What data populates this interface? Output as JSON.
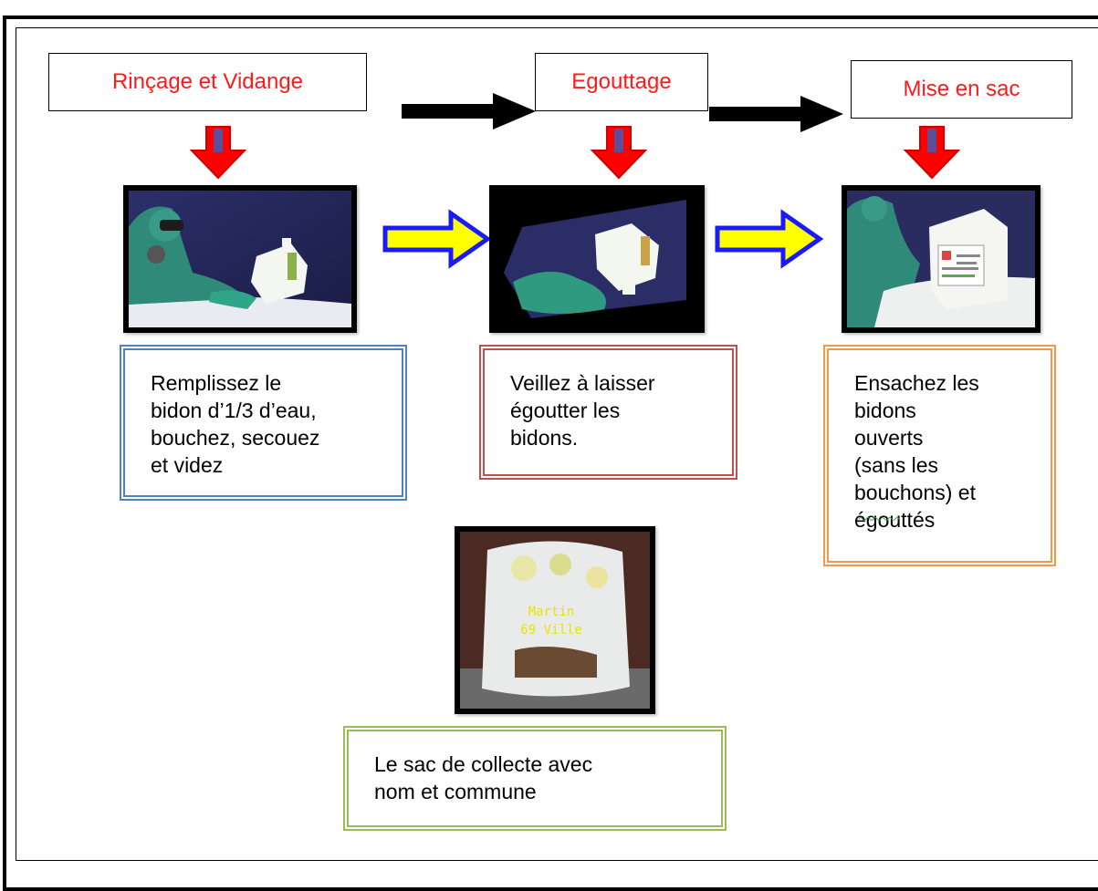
{
  "steps": [
    {
      "label": "Rinçage et Vidange"
    },
    {
      "label": "Egouttage"
    },
    {
      "label": "Mise en sac"
    }
  ],
  "notes": {
    "rinse": "Remplissez le\nbidon d’1/3 d’eau,\nbouchez, secouez\net videz",
    "drain": "Veillez à laisser\négoutter les\nbidons.",
    "bag": "Ensachez  les\nbidons\nouverts\n(sans les\nbouchons) et\négouttés",
    "collect": "Le sac de collecte  avec\nnom et  commune"
  },
  "photos": {
    "rinse": "photo-rinsing",
    "drain": "photo-draining",
    "bag": "photo-bagging",
    "collect": "photo-collection-bag",
    "bag_tag_line1": "Martin",
    "bag_tag_line2": "69 Ville"
  },
  "colors": {
    "label_text": "#ff1a1a",
    "down_arrow_fill": "#ff0000",
    "down_arrow_core": "#5b4f9a",
    "side_arrow_fill": "#ffff00",
    "side_arrow_stroke": "#1a1aff",
    "note_rinse_border": "#4f81bd",
    "note_drain_border": "#c0504d",
    "note_bag_border": "#f79646",
    "note_collect_border": "#9bbb59"
  }
}
